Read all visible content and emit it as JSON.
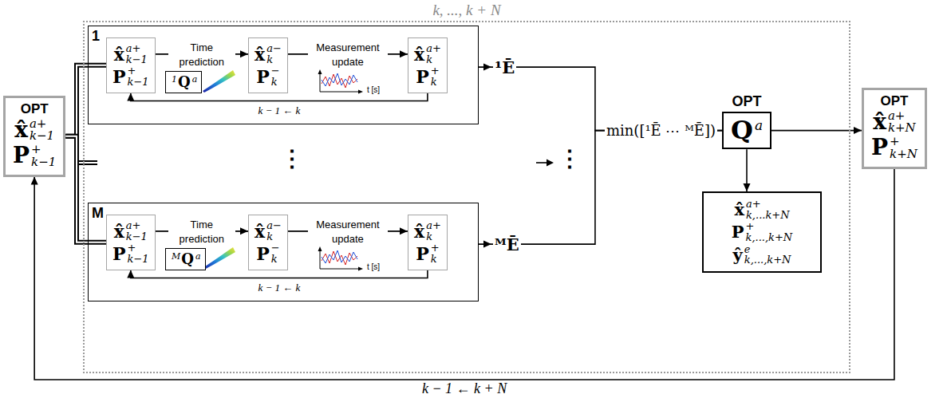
{
  "diagram": {
    "nodes": [
      {
        "text": [
          "OPT",
          "x̂",
          "a+",
          "k−1",
          "P",
          "+",
          "k−1"
        ]
      },
      {
        "text": [
          "k, ..., k + N"
        ]
      },
      {
        "text": [
          "1"
        ],
        "in": 1
      },
      {
        "text": [
          "x̂",
          "a+",
          "k−1",
          "P",
          "+",
          "k−1"
        ],
        "in": 2
      },
      {
        "text": [
          "1",
          "Q",
          "a"
        ],
        "in": 2
      },
      {
        "text": [
          "x̂",
          "a−",
          "k",
          "P",
          "−",
          "k"
        ],
        "in": 2
      },
      {
        "text": [
          "x̂",
          "a+",
          "k",
          "P",
          "+",
          "k"
        ],
        "in": 2
      },
      {
        "text": [
          "M"
        ],
        "in": 1
      },
      {
        "text": [
          "x̂",
          "a+",
          "k−1",
          "P",
          "+",
          "k−1"
        ],
        "in": 7
      },
      {
        "text": [
          "M",
          "Q",
          "a"
        ],
        "in": 7
      },
      {
        "text": [
          "x̂",
          "a−",
          "k",
          "P",
          "−",
          "k"
        ],
        "in": 7
      },
      {
        "text": [
          "x̂",
          "a+",
          "k",
          "P",
          "+",
          "k"
        ],
        "in": 7
      },
      {
        "text": [
          "OPT",
          "Q",
          "a"
        ],
        "in": 1
      },
      {
        "text": [
          "x̂",
          "a+",
          "k,...k+N",
          "P",
          "+",
          "k,...,k+N",
          "ŷ",
          "e",
          "k,...,k+N"
        ],
        "in": 1
      },
      {
        "text": [
          "OPT",
          "x̂",
          "a+",
          "k+N",
          "P",
          "+",
          "k+N"
        ]
      }
    ],
    "edges": [
      {
        "from": 0,
        "to": 3,
        "arrow": "none"
      },
      {
        "from": 0,
        "to": 8,
        "arrow": "none"
      },
      {
        "from": 3,
        "to": 5,
        "arrow": "to",
        "label": "Time prediction"
      },
      {
        "from": 5,
        "to": 6,
        "arrow": "to",
        "label": "Measurement update"
      },
      {
        "from": 6,
        "to": 3,
        "arrow": "to",
        "label": "k − 1 ← k"
      },
      {
        "from": 8,
        "to": 10,
        "arrow": "to",
        "label": "Time prediction"
      },
      {
        "from": 10,
        "to": 11,
        "arrow": "to",
        "label": "Measurement update"
      },
      {
        "from": 11,
        "to": 8,
        "arrow": "to",
        "label": "k − 1 ← k"
      },
      {
        "from": 2,
        "to": 12,
        "arrow": "to",
        "label": "¹Ē"
      },
      {
        "from": 7,
        "to": 12,
        "arrow": "to",
        "label": "ᴹĒ"
      },
      {
        "from": 12,
        "to": 13,
        "arrow": "to"
      },
      {
        "from": 12,
        "to": 14,
        "arrow": "to"
      },
      {
        "from": 14,
        "to": 0,
        "arrow": "to",
        "label": "k − 1 ← k + N"
      }
    ],
    "labels": [
      "t [s]",
      "min([¹Ē ⋯ ᴹĒ])",
      "⋮",
      "⋮",
      "t [s]"
    ]
  }
}
